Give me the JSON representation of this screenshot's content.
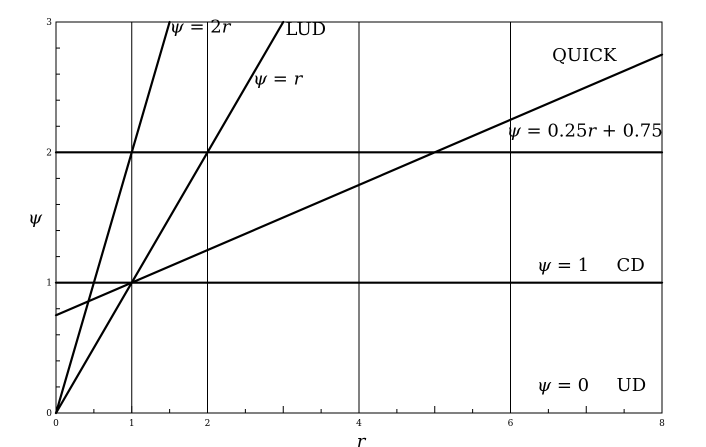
{
  "chart_data": {
    "type": "line",
    "title": "",
    "xlabel": "r",
    "ylabel": "ψ",
    "xlim": [
      0,
      8
    ],
    "ylim": [
      0,
      3
    ],
    "x_ticks": [
      "0",
      "1",
      "2",
      "4",
      "6",
      "8"
    ],
    "y_ticks": [
      "0",
      "1",
      "2",
      "3"
    ],
    "vertical_grid_x": [
      1,
      2,
      4,
      6
    ],
    "series": [
      {
        "label_key": "a_2r",
        "x": [
          0,
          1.5
        ],
        "y": [
          0,
          3
        ]
      },
      {
        "label_key": "a_r",
        "x": [
          0,
          3
        ],
        "y": [
          0,
          3
        ]
      },
      {
        "label_key": "a_quick",
        "x": [
          0,
          8
        ],
        "y": [
          0.75,
          2.75
        ]
      },
      {
        "label_key": "a_cd",
        "x": [
          0,
          8
        ],
        "y": [
          1,
          1
        ]
      },
      {
        "label_key": "a_two",
        "x": [
          0,
          8
        ],
        "y": [
          2,
          2
        ]
      }
    ],
    "annotations": {
      "a_2r": {
        "parts": [
          "ψ",
          " = 2",
          "r"
        ],
        "italic": [
          true,
          false,
          true
        ],
        "x": 1.5,
        "y": 2.92
      },
      "a_lud": {
        "text": "LUD",
        "x": 3.03,
        "y": 2.9
      },
      "a_r": {
        "parts": [
          "ψ",
          " = ",
          "r"
        ],
        "italic": [
          true,
          false,
          true
        ],
        "x": 2.6,
        "y": 2.52
      },
      "a_quick_name": {
        "text": "QUICK",
        "x": 6.55,
        "y": 2.7
      },
      "a_quick": {
        "parts": [
          "ψ",
          " = 0.25",
          "r",
          " + 0.75"
        ],
        "italic": [
          true,
          false,
          true,
          false
        ],
        "x": 5.95,
        "y": 2.12
      },
      "a_cd": {
        "parts": [
          "ψ",
          " = 1"
        ],
        "italic": [
          true,
          false
        ],
        "x": 6.35,
        "y": 1.09
      },
      "a_cd_name": {
        "text": "CD",
        "x": 7.4,
        "y": 1.09
      },
      "a_ud": {
        "parts": [
          "ψ",
          " = 0"
        ],
        "italic": [
          true,
          false
        ],
        "x": 6.35,
        "y": 0.17
      },
      "a_ud_name": {
        "text": "UD",
        "x": 7.4,
        "y": 0.17
      }
    }
  }
}
